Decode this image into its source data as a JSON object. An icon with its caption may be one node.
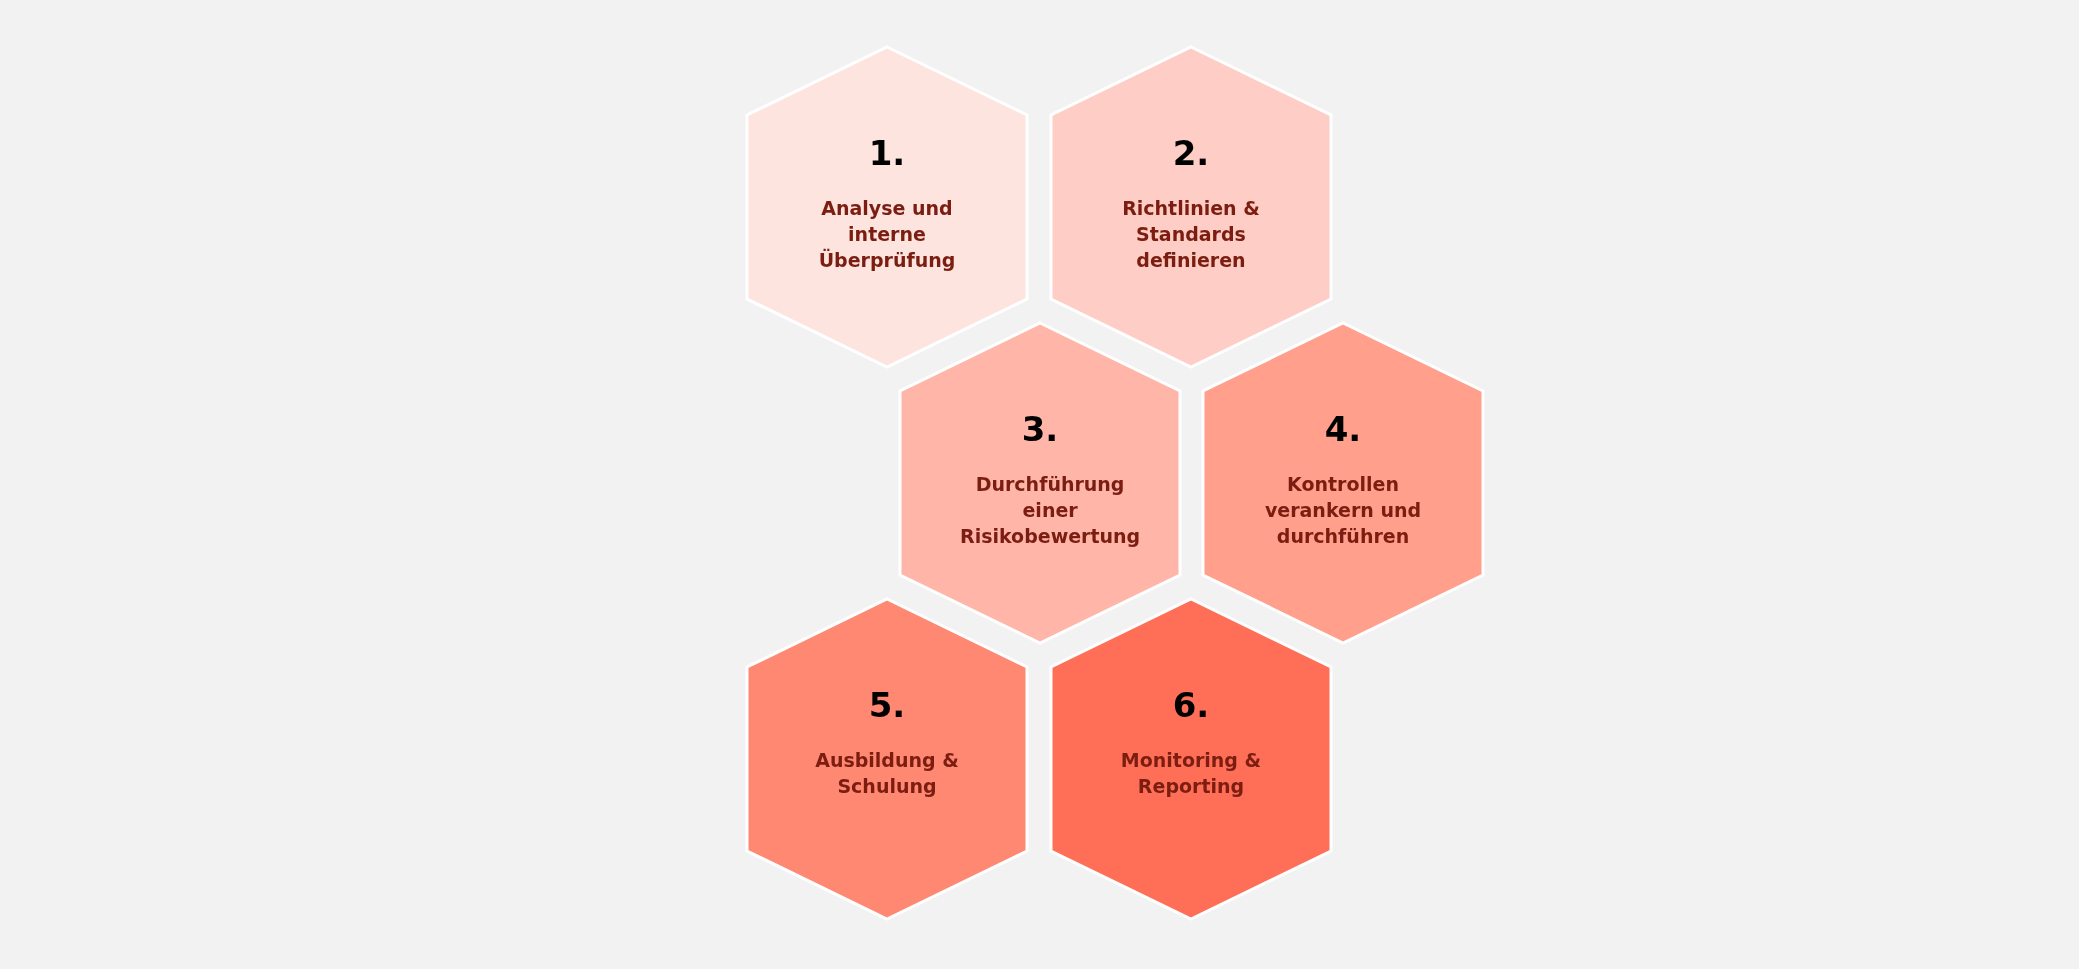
{
  "diagram": {
    "nodes": [
      {
        "text": [
          "1.",
          "Analyse und interne Überprüfung"
        ]
      },
      {
        "text": [
          "2.",
          "Richtlinien & Standards definieren"
        ]
      },
      {
        "text": [
          "3.",
          "Durchführung einer Risikobewertung"
        ]
      },
      {
        "text": [
          "4.",
          "Kontrollen verankern und durchführen"
        ]
      },
      {
        "text": [
          "5.",
          "Ausbildung & Schulung"
        ]
      },
      {
        "text": [
          "6.",
          "Monitoring & Reporting"
        ]
      }
    ]
  }
}
